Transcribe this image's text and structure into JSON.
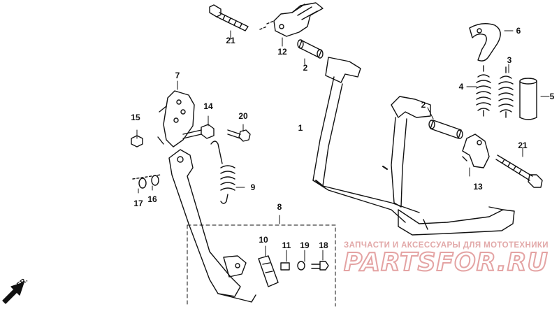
{
  "diagram": {
    "callouts": [
      {
        "id": "c1",
        "text": "1"
      },
      {
        "id": "c2a",
        "text": "2"
      },
      {
        "id": "c2b",
        "text": "2"
      },
      {
        "id": "c3",
        "text": "3"
      },
      {
        "id": "c4",
        "text": "4"
      },
      {
        "id": "c5",
        "text": "5"
      },
      {
        "id": "c6",
        "text": "6"
      },
      {
        "id": "c7",
        "text": "7"
      },
      {
        "id": "c8",
        "text": "8"
      },
      {
        "id": "c9",
        "text": "9"
      },
      {
        "id": "c10",
        "text": "10"
      },
      {
        "id": "c11",
        "text": "11"
      },
      {
        "id": "c12",
        "text": "12"
      },
      {
        "id": "c13",
        "text": "13"
      },
      {
        "id": "c14",
        "text": "14"
      },
      {
        "id": "c15",
        "text": "15"
      },
      {
        "id": "c16",
        "text": "16"
      },
      {
        "id": "c17",
        "text": "17"
      },
      {
        "id": "c18",
        "text": "18"
      },
      {
        "id": "c19",
        "text": "19"
      },
      {
        "id": "c20",
        "text": "20"
      },
      {
        "id": "c21a",
        "text": "21"
      },
      {
        "id": "c21b",
        "text": "21"
      }
    ],
    "direction_label": "FR."
  },
  "watermark": {
    "subtitle": "ЗАПЧАСТИ И АКСЕССУАРЫ ДЛЯ МОТОТЕХНИКИ",
    "logo": "PARTSFOR.RU",
    "colors": {
      "logo_outline": "#e4a3a3",
      "subtitle": "#e2a8a8"
    }
  }
}
